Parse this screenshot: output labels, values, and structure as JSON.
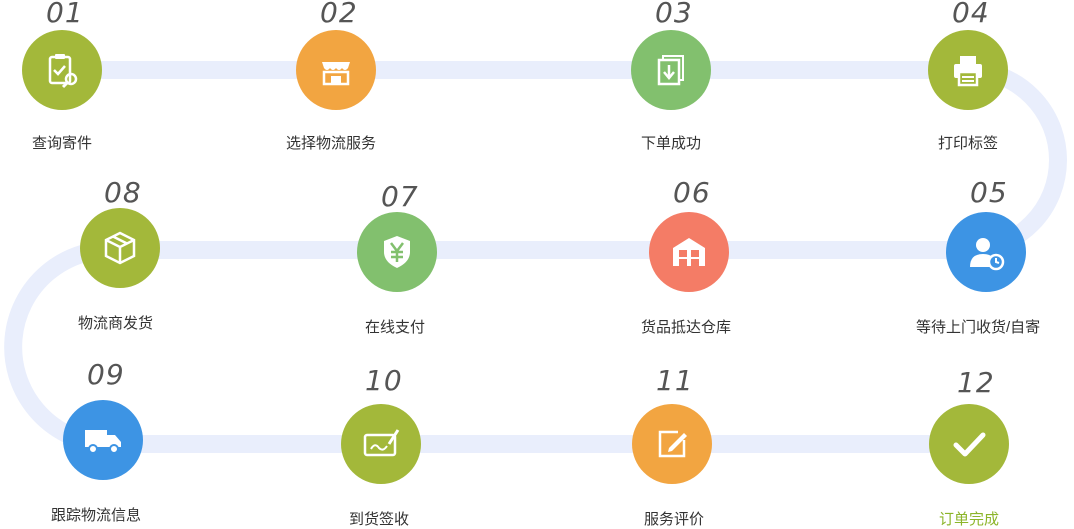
{
  "accent_colors": {
    "olive": "#a3b83a",
    "orange": "#f2a541",
    "green": "#82c06e",
    "salmon": "#f47c66",
    "blue": "#3d94e4",
    "path": "#e9eefc",
    "final_label": "#8cb52a"
  },
  "steps": [
    {
      "num": "01",
      "label": "查询寄件",
      "icon": "clipboard-search-icon"
    },
    {
      "num": "02",
      "label": "选择物流服务",
      "icon": "storefront-icon"
    },
    {
      "num": "03",
      "label": "下单成功",
      "icon": "document-download-icon"
    },
    {
      "num": "04",
      "label": "打印标签",
      "icon": "printer-icon"
    },
    {
      "num": "05",
      "label": "等待上门收货/自寄",
      "icon": "person-clock-icon"
    },
    {
      "num": "06",
      "label": "货品抵达仓库",
      "icon": "warehouse-icon"
    },
    {
      "num": "07",
      "label": "在线支付",
      "icon": "yuan-shield-icon"
    },
    {
      "num": "08",
      "label": "物流商发货",
      "icon": "package-box-icon"
    },
    {
      "num": "09",
      "label": "跟踪物流信息",
      "icon": "truck-icon"
    },
    {
      "num": "10",
      "label": "到货签收",
      "icon": "sign-card-icon"
    },
    {
      "num": "11",
      "label": "服务评价",
      "icon": "edit-pencil-icon"
    },
    {
      "num": "12",
      "label": "订单完成",
      "icon": "checkmark-icon"
    }
  ]
}
